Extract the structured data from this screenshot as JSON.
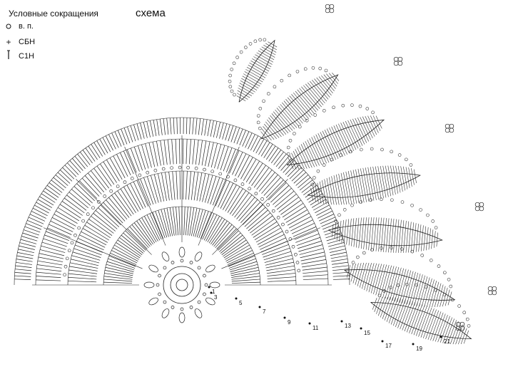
{
  "legend": {
    "title": "Условные сокращения",
    "items": [
      {
        "symbol": "chain-icon",
        "label": "в. п."
      },
      {
        "symbol": "plus-icon",
        "label": "СБН"
      },
      {
        "symbol": "stitch-icon",
        "label": "С1Н"
      }
    ]
  },
  "schema_title": "схема",
  "row_numbers": [
    "1",
    "3",
    "5",
    "7",
    "9",
    "11",
    "13",
    "15",
    "17",
    "19",
    "21"
  ]
}
